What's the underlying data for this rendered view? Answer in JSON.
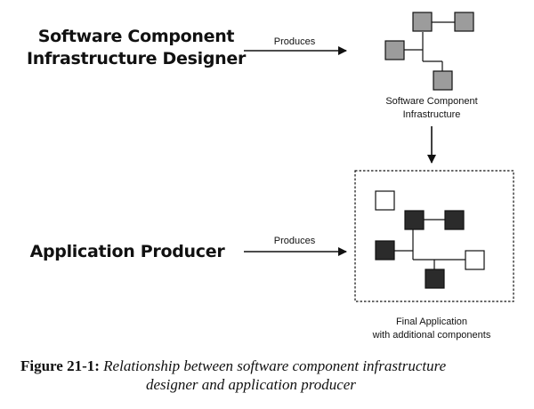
{
  "roles": {
    "designer": [
      "Software Component",
      "Infrastructure Designer"
    ],
    "producer": "Application Producer"
  },
  "arrow_labels": {
    "designer_to_infrastructure": "Produces",
    "producer_to_application": "Produces"
  },
  "infrastructure": {
    "caption": [
      "Software Component",
      "Infrastructure"
    ],
    "component_fill": "#9c9c9c"
  },
  "final_application": {
    "caption": [
      "Final Application",
      "with additional components"
    ],
    "infrastructure_fill": "#2b2b2b",
    "additional_fill": "#ffffff"
  },
  "figure_caption": {
    "label": "Figure 21-1:",
    "text_line1": "Relationship between software component infrastructure",
    "text_line2": "designer and application producer"
  }
}
